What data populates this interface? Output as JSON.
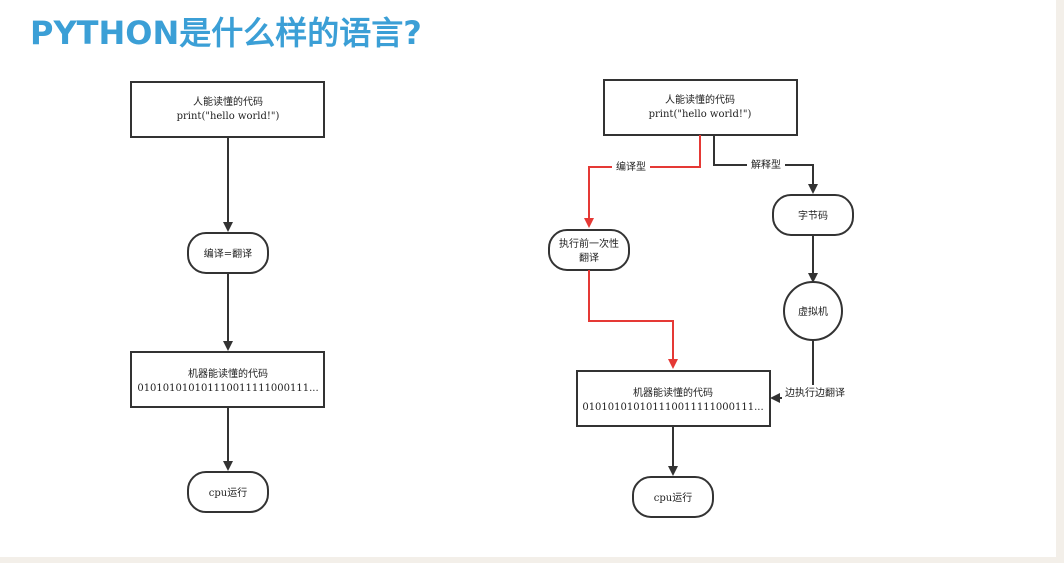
{
  "title": "PYTHON是什么样的语言?",
  "left_flow": {
    "source_code": {
      "line1": "人能读懂的代码",
      "line2": "print(\"hello world!\")"
    },
    "compile_step": "编译=翻译",
    "machine_code": {
      "line1": "机器能读懂的代码",
      "line2": "01010101010111001111100011​1..."
    },
    "run": "cpu运行"
  },
  "right_flow": {
    "source_code": {
      "line1": "人能读懂的代码",
      "line2": "print(\"hello world!\")"
    },
    "compiled_label": "编译型",
    "interpreted_label": "解释型",
    "one_time_translate": {
      "line1": "执行前一次性",
      "line2": "翻译"
    },
    "bytecode": "字节码",
    "vm": "虚拟机",
    "exec_translate_label": "边执行边翻译",
    "machine_code": {
      "line1": "机器能读懂的代码",
      "line2": "01010101010111001111100011​1..."
    },
    "run": "cpu运行"
  },
  "colors": {
    "title": "#3b9fd6",
    "compiled_path": "#e53935",
    "default_path": "#333333"
  }
}
